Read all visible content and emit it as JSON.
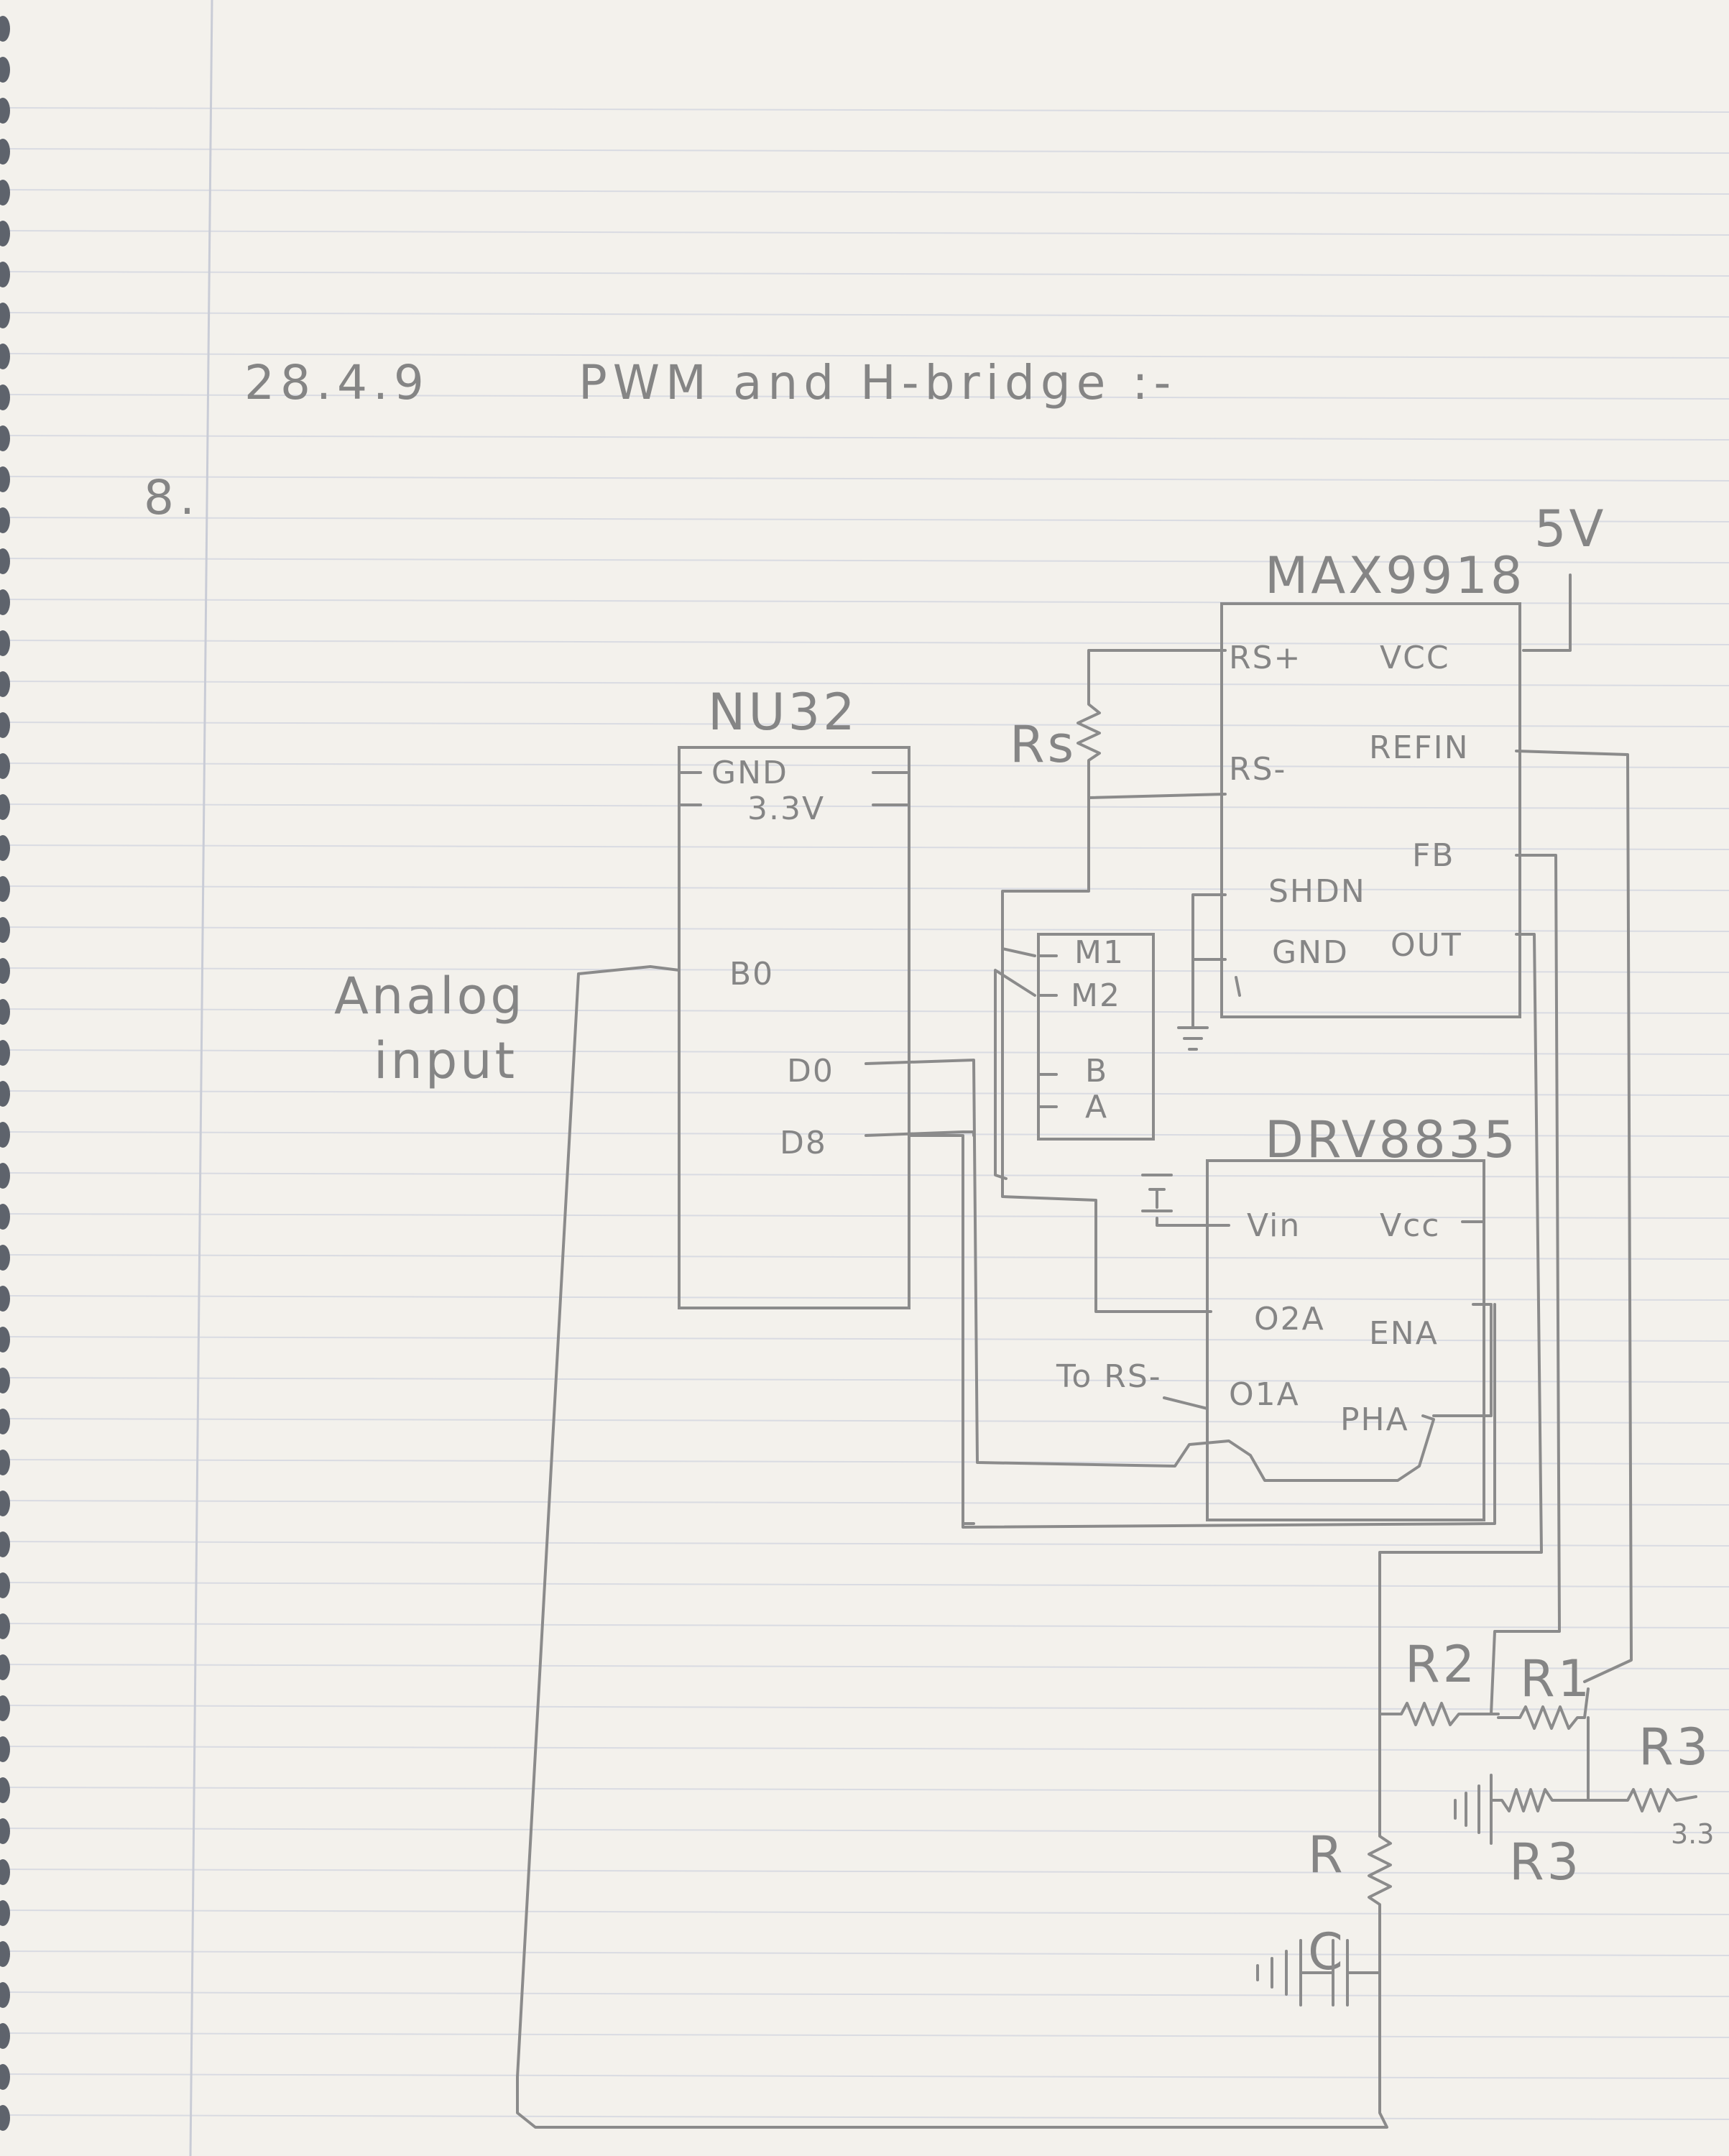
{
  "heading": {
    "date": "28.4.9",
    "title": "PWM and H-bridge :-"
  },
  "item_number": "8.",
  "supply": {
    "voltage": "5V",
    "aux_voltage": "3.3"
  },
  "analog_input_label": [
    "Analog",
    "input"
  ],
  "nu32": {
    "name": "NU32",
    "pins_left": [
      "GND",
      "3.3V"
    ],
    "pin_b0": "B0",
    "pin_d0": "D0",
    "pin_d8": "D8"
  },
  "max9918": {
    "name": "MAX9918",
    "pins_left": [
      "RS+",
      "RS-",
      "SHDN",
      "GND"
    ],
    "pins_right": [
      "VCC",
      "REFIN",
      "FB",
      "OUT"
    ]
  },
  "motor": {
    "pins": [
      "M1",
      "M2",
      "B",
      "A"
    ]
  },
  "sense_resistor": "Rs",
  "drv8835": {
    "name": "DRV8835",
    "pins_left": [
      "Vin",
      "O2A",
      "O1A"
    ],
    "pins_right": [
      "Vcc",
      "ENA",
      "PHA"
    ],
    "note": "To RS-"
  },
  "passives": {
    "r2": "R2",
    "r1": "R1",
    "r3_top": "R3",
    "r3_bottom": "R3",
    "r": "R",
    "c": "C"
  }
}
